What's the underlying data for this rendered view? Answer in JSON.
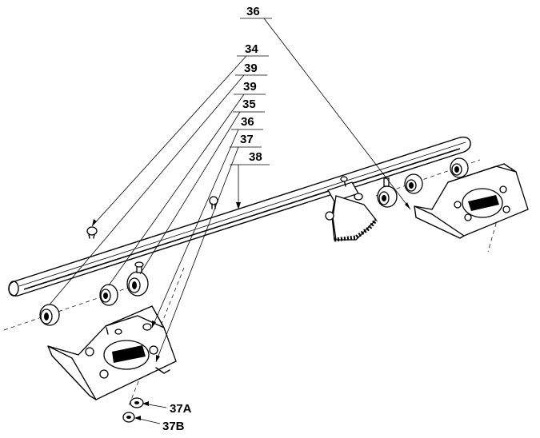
{
  "labels": {
    "top": "36",
    "l1": "34",
    "l2": "39",
    "l3": "39",
    "l4": "35",
    "l5": "36",
    "l6": "37",
    "l7": "38",
    "b1": "37A",
    "b2": "37B"
  }
}
